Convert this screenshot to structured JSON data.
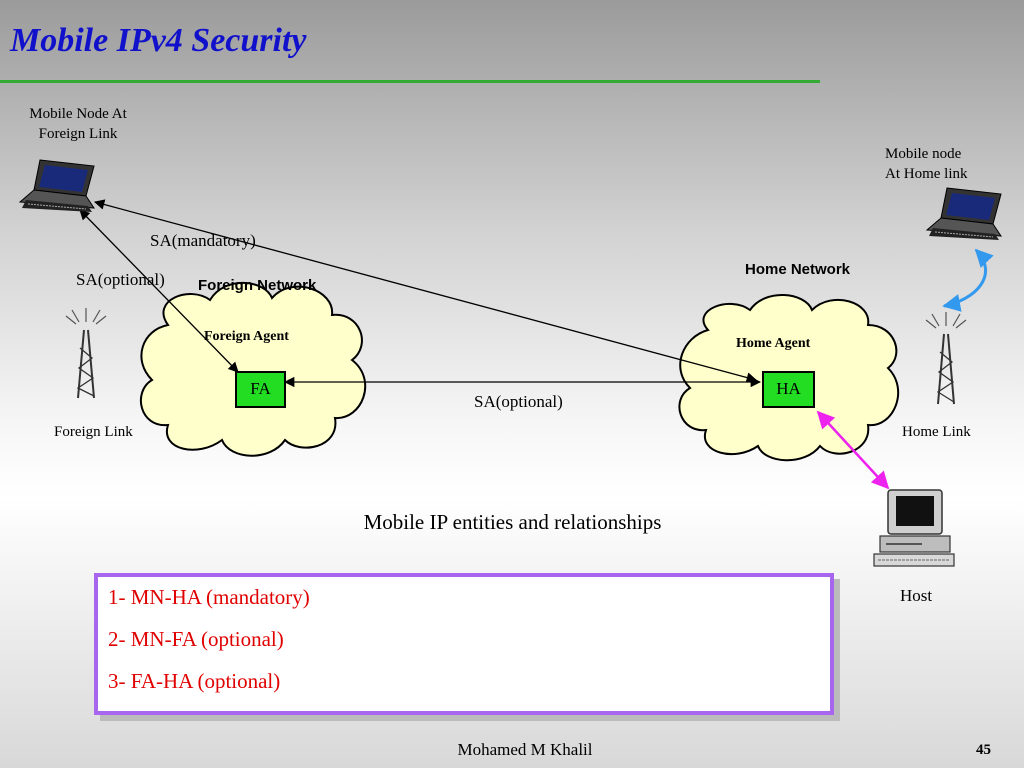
{
  "slide": {
    "title": "Mobile IPv4 Security",
    "caption": "Mobile IP entities and relationships",
    "footer": "Mohamed M Khalil",
    "page_number": "45"
  },
  "nodes": {
    "mobile_node_foreign_label": [
      "Mobile Node At",
      "Foreign Link"
    ],
    "mobile_node_home_label": [
      "Mobile node",
      "At Home link"
    ],
    "foreign_network_label": "Foreign Network",
    "home_network_label": "Home Network",
    "foreign_agent_label": "Foreign Agent",
    "home_agent_label": "Home Agent",
    "fa_box": "FA",
    "ha_box": "HA",
    "foreign_link_label": "Foreign Link",
    "home_link_label": "Home Link",
    "host_label": "Host"
  },
  "relationships": {
    "sa_mandatory": "SA(mandatory)",
    "sa_optional_mn_fa": "SA(optional)",
    "sa_optional_fa_ha": "SA(optional)"
  },
  "list": [
    "1- MN-HA (mandatory)",
    "2- MN-FA (optional)",
    "3- FA-HA (optional)"
  ],
  "colors": {
    "title": "#1111cc",
    "rule": "#33aa33",
    "cloud_fill": "#ffffcc",
    "agent_box": "#22dd22",
    "list_border": "#a866ee",
    "list_text": "#e00000",
    "host_link": "#ee22ee",
    "home_link_arrow": "#3399ee"
  }
}
